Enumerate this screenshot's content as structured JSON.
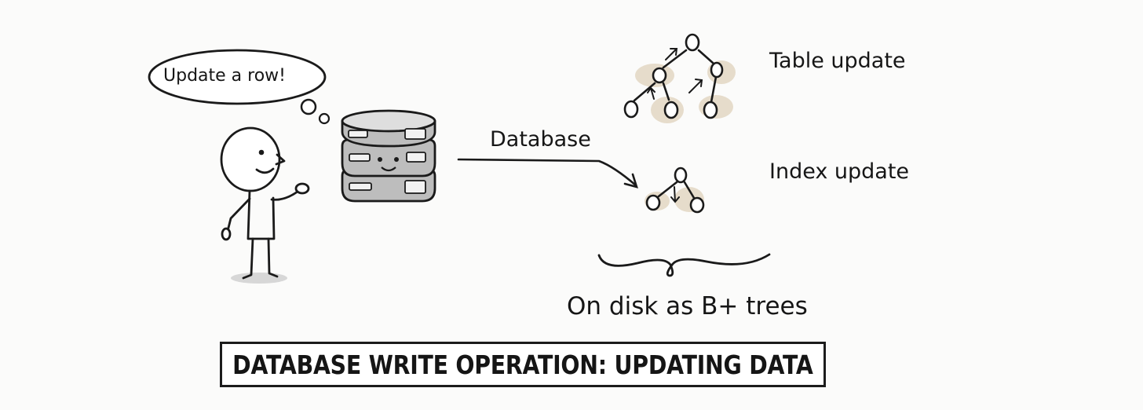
{
  "speech_bubble": {
    "text": "Update a row!"
  },
  "database": {
    "label": "Database"
  },
  "tree_labels": {
    "table": "Table update",
    "index": "Index update"
  },
  "storage": {
    "label": "On disk as B+ trees"
  },
  "title": {
    "text": "DATABASE WRITE OPERATION: UPDATING DATA"
  },
  "icons": {
    "person": "stick-figure-icon",
    "database": "smiling-database-server-icon",
    "table_tree": "table-btree-icon",
    "index_tree": "index-btree-icon",
    "brace": "curly-brace-icon",
    "arrow": "curved-arrow-icon"
  },
  "colors": {
    "ink": "#1a1a1a",
    "highlight": "#e6dccb",
    "server_gray": "#c9c9c9",
    "server_dark": "#8d8d8d",
    "background": "#fbfbfa"
  }
}
